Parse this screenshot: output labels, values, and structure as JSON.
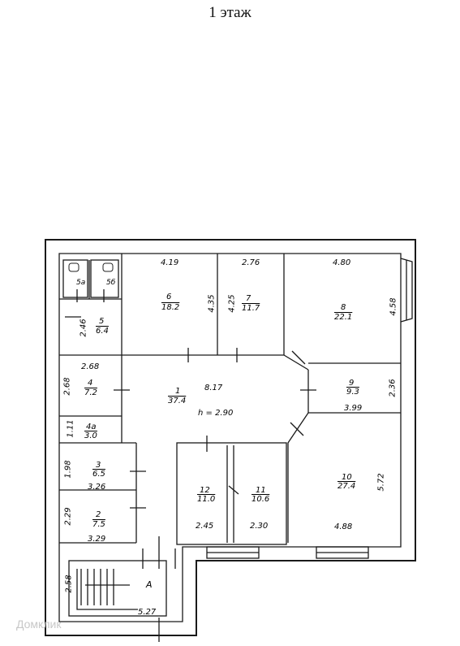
{
  "title": "1 этаж",
  "watermark": "Домклик",
  "rooms": [
    {
      "id": "room-6",
      "number": "6",
      "area": "18.2",
      "width": "4.19",
      "depth": "4.35"
    },
    {
      "id": "room-7",
      "number": "7",
      "area": "11.7",
      "width": "2.76",
      "depth": "4.25"
    },
    {
      "id": "room-8",
      "number": "8",
      "area": "22.1",
      "width": "4.80",
      "depth": "4.58"
    },
    {
      "id": "room-5a",
      "number": "5а"
    },
    {
      "id": "room-5b",
      "number": "5б"
    },
    {
      "id": "room-5",
      "number": "5",
      "area": "6.4",
      "depth": "2.46"
    },
    {
      "id": "room-4",
      "number": "4",
      "area": "7.2",
      "width": "2.68",
      "depth": "2.68"
    },
    {
      "id": "room-4a",
      "number": "4а",
      "area": "3.0",
      "depth": "1.11"
    },
    {
      "id": "room-1",
      "number": "1",
      "area": "37.4",
      "width": "8.17",
      "height": "h = 2.90"
    },
    {
      "id": "room-9",
      "number": "9",
      "area": "9.3",
      "width": "3.99",
      "depth": "2.36"
    },
    {
      "id": "room-3",
      "number": "3",
      "area": "6.5",
      "width": "3.26",
      "depth": "1.98"
    },
    {
      "id": "room-2",
      "number": "2",
      "area": "7.5",
      "width": "3.29",
      "depth": "2.29"
    },
    {
      "id": "room-12",
      "number": "12",
      "area": "11.0",
      "width": "2.45"
    },
    {
      "id": "room-11",
      "number": "11",
      "area": "10.6",
      "width": "2.30"
    },
    {
      "id": "room-10",
      "number": "10",
      "area": "27.4",
      "width": "4.88",
      "depth": "5.72"
    },
    {
      "id": "stair-a",
      "number": "А",
      "width": "5.27",
      "depth": "2.58"
    }
  ]
}
